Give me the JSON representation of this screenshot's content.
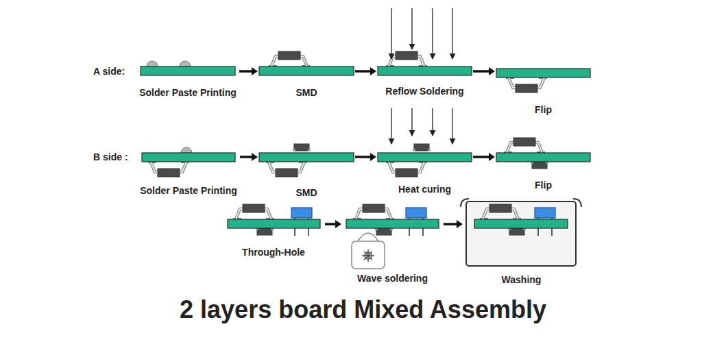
{
  "diagram": {
    "title": "2 layers board Mixed Assembly",
    "nodes": [
      {
        "text": [
          "Solder Paste Printing"
        ]
      },
      {
        "text": [
          "SMD"
        ]
      },
      {
        "text": [
          "Reflow Soldering"
        ]
      },
      {
        "text": [
          "Flip"
        ]
      },
      {
        "text": [
          "Solder Paste Printing"
        ]
      },
      {
        "text": [
          "SMD"
        ]
      },
      {
        "text": [
          "Heat curing"
        ]
      },
      {
        "text": [
          "Flip"
        ]
      },
      {
        "text": [
          "Through-Hole"
        ]
      },
      {
        "text": [
          "Wave soldering"
        ]
      },
      {
        "text": [
          "Washing"
        ]
      }
    ],
    "edges": [
      {
        "from": 0,
        "to": 1,
        "arrow": "to"
      },
      {
        "from": 1,
        "to": 2,
        "arrow": "to"
      },
      {
        "from": 2,
        "to": 3,
        "arrow": "to"
      },
      {
        "from": 4,
        "to": 5,
        "arrow": "to"
      },
      {
        "from": 5,
        "to": 6,
        "arrow": "to"
      },
      {
        "from": 6,
        "to": 7,
        "arrow": "to"
      },
      {
        "from": 8,
        "to": 9,
        "arrow": "to"
      },
      {
        "from": 9,
        "to": 10,
        "arrow": "to"
      }
    ],
    "labels": [
      "A side:",
      "B side :"
    ]
  }
}
